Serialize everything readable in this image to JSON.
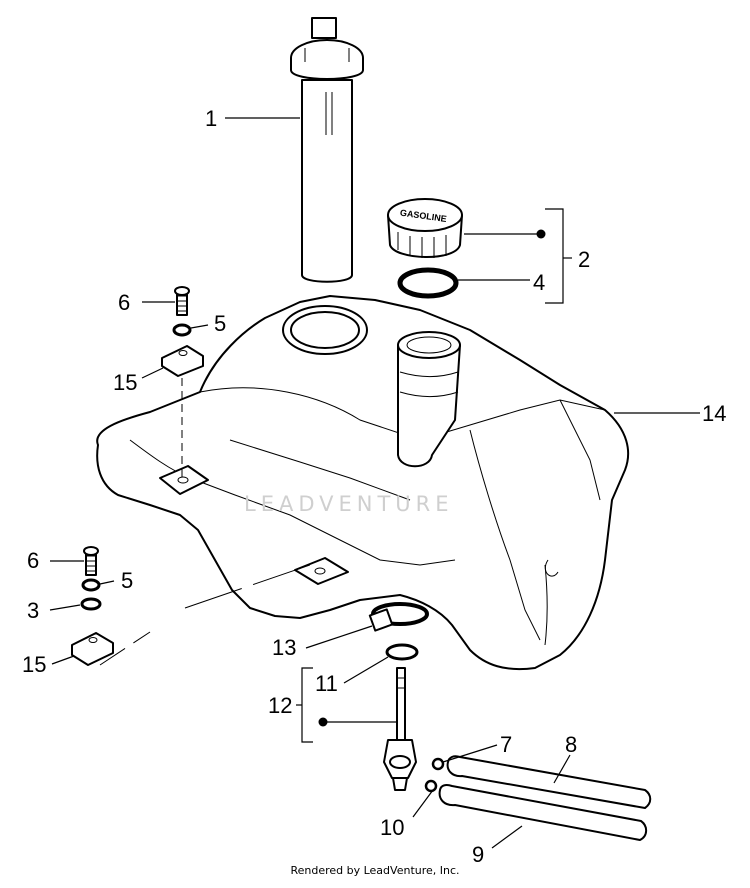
{
  "callouts": {
    "c1": "1",
    "c2": "2",
    "c3": "3",
    "c4": "4",
    "c5a": "5",
    "c5b": "5",
    "c6a": "6",
    "c6b": "6",
    "c7": "7",
    "c8": "8",
    "c9": "9",
    "c10": "10",
    "c11": "11",
    "c12": "12",
    "c13": "13",
    "c14": "14",
    "c15a": "15",
    "c15b": "15"
  },
  "cap_text": "GASOLINE",
  "watermark": "LEADVENTURE",
  "footer": "Rendered by LeadVenture, Inc."
}
